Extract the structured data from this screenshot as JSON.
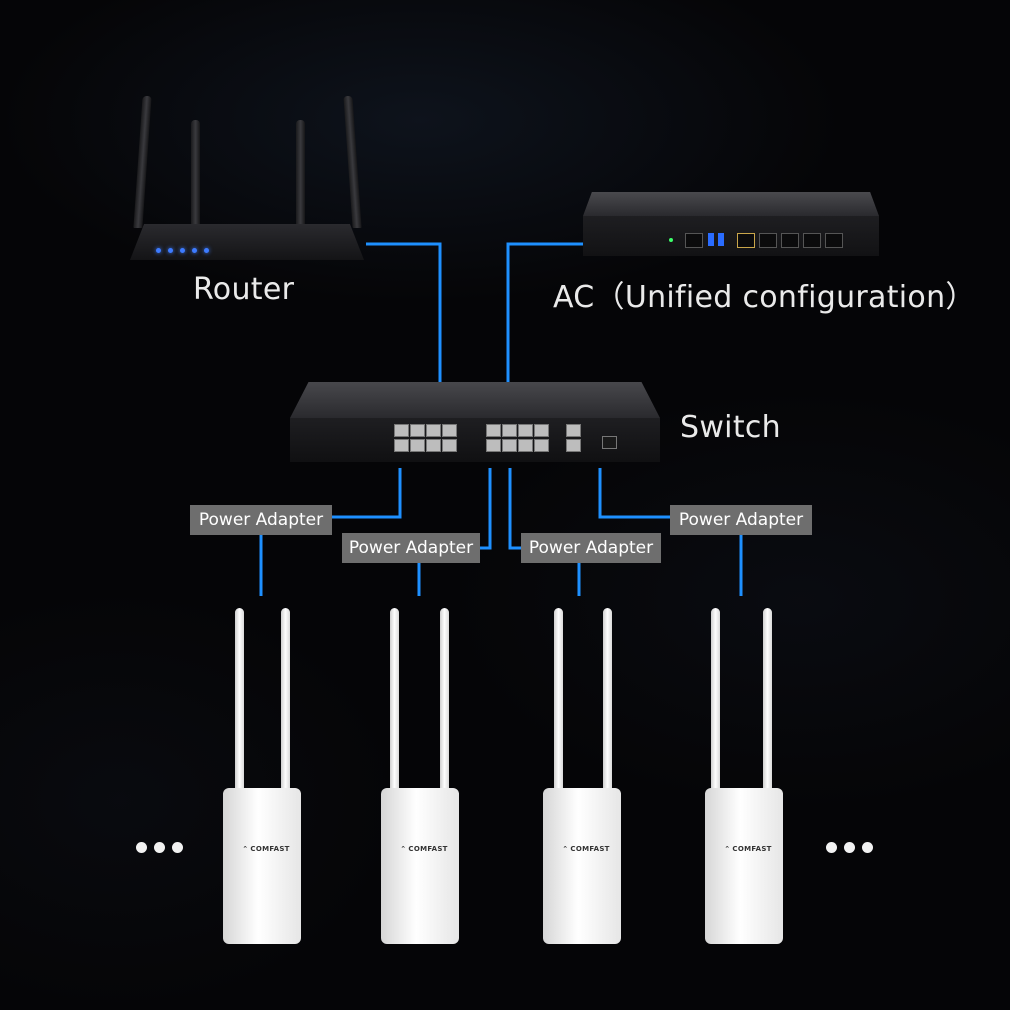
{
  "labels": {
    "router": "Router",
    "ac": "AC（Unified configuration）",
    "switch": "Switch"
  },
  "power_adapters": [
    "Power Adapter",
    "Power Adapter",
    "Power Adapter",
    "Power Adapter"
  ],
  "access_points": [
    {
      "brand": "COMFAST"
    },
    {
      "brand": "COMFAST"
    },
    {
      "brand": "COMFAST"
    },
    {
      "brand": "COMFAST"
    }
  ],
  "colors": {
    "background": "#050507",
    "link_line": "#1e90ff",
    "adapter_box": "#6e6e6e",
    "label_text": "#eaeaea"
  },
  "icons": {
    "router": "wifi-router-icon",
    "controller": "ac-controller-icon",
    "switch": "poe-switch-icon",
    "access_point": "outdoor-access-point-icon",
    "more": "ellipsis-icon"
  }
}
